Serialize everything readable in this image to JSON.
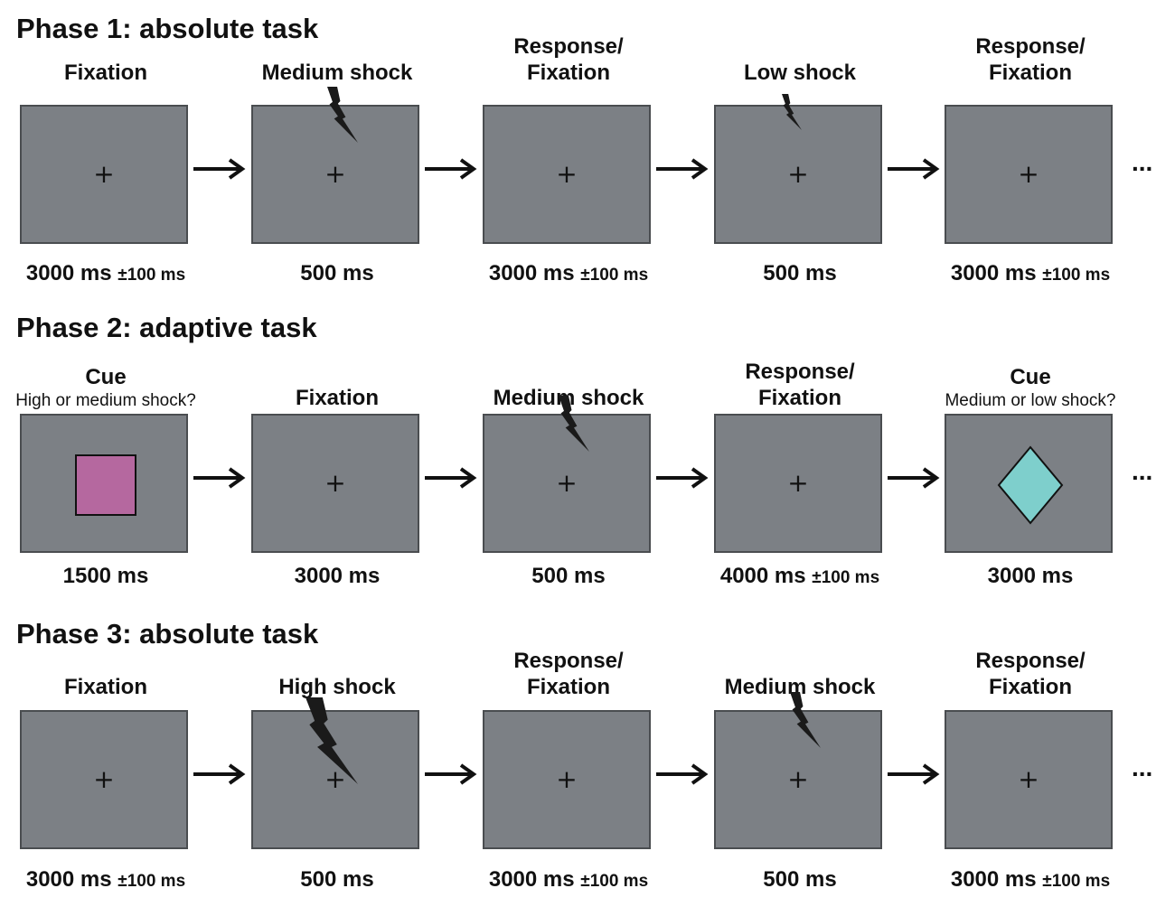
{
  "phases": [
    {
      "title": "Phase 1: absolute task",
      "steps": [
        {
          "label": "Fixation",
          "sublabel": "",
          "stimulus": "fixation",
          "shock": "",
          "duration": "3000 ms",
          "jitter": "±100 ms"
        },
        {
          "label": "Medium shock",
          "sublabel": "",
          "stimulus": "fixation",
          "shock": "medium",
          "duration": "500 ms",
          "jitter": ""
        },
        {
          "label": "Response/\nFixation",
          "sublabel": "",
          "stimulus": "fixation",
          "shock": "",
          "duration": "3000 ms",
          "jitter": "±100 ms"
        },
        {
          "label": "Low shock",
          "sublabel": "",
          "stimulus": "fixation",
          "shock": "low",
          "duration": "500 ms",
          "jitter": ""
        },
        {
          "label": "Response/\nFixation",
          "sublabel": "",
          "stimulus": "fixation",
          "shock": "",
          "duration": "3000 ms",
          "jitter": "±100 ms"
        }
      ]
    },
    {
      "title": "Phase 2: adaptive task",
      "steps": [
        {
          "label": "Cue",
          "sublabel": "High or medium shock?",
          "stimulus": "square",
          "shock": "",
          "duration": "1500 ms",
          "jitter": ""
        },
        {
          "label": "Fixation",
          "sublabel": "",
          "stimulus": "fixation",
          "shock": "",
          "duration": "3000 ms",
          "jitter": ""
        },
        {
          "label": "Medium shock",
          "sublabel": "",
          "stimulus": "fixation",
          "shock": "medium",
          "duration": "500 ms",
          "jitter": ""
        },
        {
          "label": "Response/\nFixation",
          "sublabel": "",
          "stimulus": "fixation",
          "shock": "",
          "duration": "4000 ms",
          "jitter": "±100 ms"
        },
        {
          "label": "Cue",
          "sublabel": "Medium or low shock?",
          "stimulus": "diamond",
          "shock": "",
          "duration": "3000 ms",
          "jitter": ""
        }
      ]
    },
    {
      "title": "Phase 3: absolute task",
      "steps": [
        {
          "label": "Fixation",
          "sublabel": "",
          "stimulus": "fixation",
          "shock": "",
          "duration": "3000 ms",
          "jitter": "±100 ms"
        },
        {
          "label": "High shock",
          "sublabel": "",
          "stimulus": "fixation",
          "shock": "high",
          "duration": "500 ms",
          "jitter": ""
        },
        {
          "label": "Response/\nFixation",
          "sublabel": "",
          "stimulus": "fixation",
          "shock": "",
          "duration": "3000 ms",
          "jitter": "±100 ms"
        },
        {
          "label": "Medium shock",
          "sublabel": "",
          "stimulus": "fixation",
          "shock": "medium",
          "duration": "500 ms",
          "jitter": ""
        },
        {
          "label": "Response/\nFixation",
          "sublabel": "",
          "stimulus": "fixation",
          "shock": "",
          "duration": "3000 ms",
          "jitter": "±100 ms"
        }
      ]
    }
  ],
  "symbols": {
    "fixation": "+",
    "continuation": "..."
  },
  "icons": {
    "shock": "lightning-bolt-icon",
    "arrow": "arrow-right-icon"
  },
  "colors": {
    "screen": "#7c8085",
    "screen_border": "#4a4d50",
    "cue_square": "#b5689f",
    "cue_diamond": "#7ecfcc",
    "bolt": "#1a1a1a",
    "arrow": "#111111"
  }
}
